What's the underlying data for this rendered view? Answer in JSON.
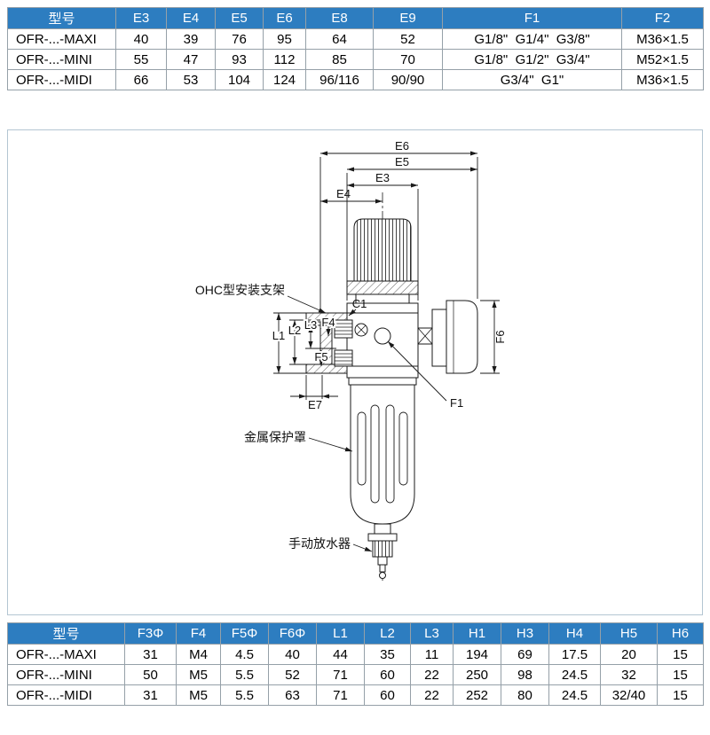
{
  "colors": {
    "table_header_bg": "#2d7dc0",
    "table_header_text": "#ffffff",
    "table_border": "#95a0a8",
    "drawing_line": "#1a1a1a",
    "panel_border": "#b4c6d2"
  },
  "top_table": {
    "headers": [
      "型号",
      "E3",
      "E4",
      "E5",
      "E6",
      "E8",
      "E9",
      "F1",
      "F2"
    ],
    "rows": [
      {
        "model": "OFR-...-MAXI",
        "values": [
          "40",
          "39",
          "76",
          "95",
          "64",
          "52",
          "G1/8\"  G1/4\"  G3/8\"",
          "M36×1.5"
        ]
      },
      {
        "model": "OFR-...-MINI",
        "values": [
          "55",
          "47",
          "93",
          "112",
          "85",
          "70",
          "G1/8\"  G1/2\"  G3/4\"",
          "M52×1.5"
        ]
      },
      {
        "model": "OFR-...-MIDI",
        "values": [
          "66",
          "53",
          "104",
          "124",
          "96/116",
          "90/90",
          "G3/4\"  G1\"",
          "M36×1.5"
        ]
      }
    ]
  },
  "bottom_table": {
    "headers": [
      "型号",
      "F3Φ",
      "F4",
      "F5Φ",
      "F6Φ",
      "L1",
      "L2",
      "L3",
      "H1",
      "H3",
      "H4",
      "H5",
      "H6"
    ],
    "rows": [
      {
        "model": "OFR-...-MAXI",
        "values": [
          "31",
          "M4",
          "4.5",
          "40",
          "44",
          "35",
          "11",
          "194",
          "69",
          "17.5",
          "20",
          "15"
        ]
      },
      {
        "model": "OFR-...-MINI",
        "values": [
          "50",
          "M5",
          "5.5",
          "52",
          "71",
          "60",
          "22",
          "250",
          "98",
          "24.5",
          "32",
          "15"
        ]
      },
      {
        "model": "OFR-...-MIDI",
        "values": [
          "31",
          "M5",
          "5.5",
          "63",
          "71",
          "60",
          "22",
          "252",
          "80",
          "24.5",
          "32/40",
          "15"
        ]
      }
    ]
  },
  "diagram": {
    "dim_labels": {
      "e6": "E6",
      "e5": "E5",
      "e3": "E3",
      "e4": "E4",
      "c1": "C1",
      "l1": "L1",
      "l2": "L2",
      "l3": "L3",
      "f4": "F4",
      "f5": "F5",
      "f6": "F6",
      "e7": "E7",
      "f1": "F1"
    },
    "annotations": {
      "bracket": "OHC型安装支架",
      "cover": "金属保护罩",
      "drain": "手动放水器"
    }
  }
}
